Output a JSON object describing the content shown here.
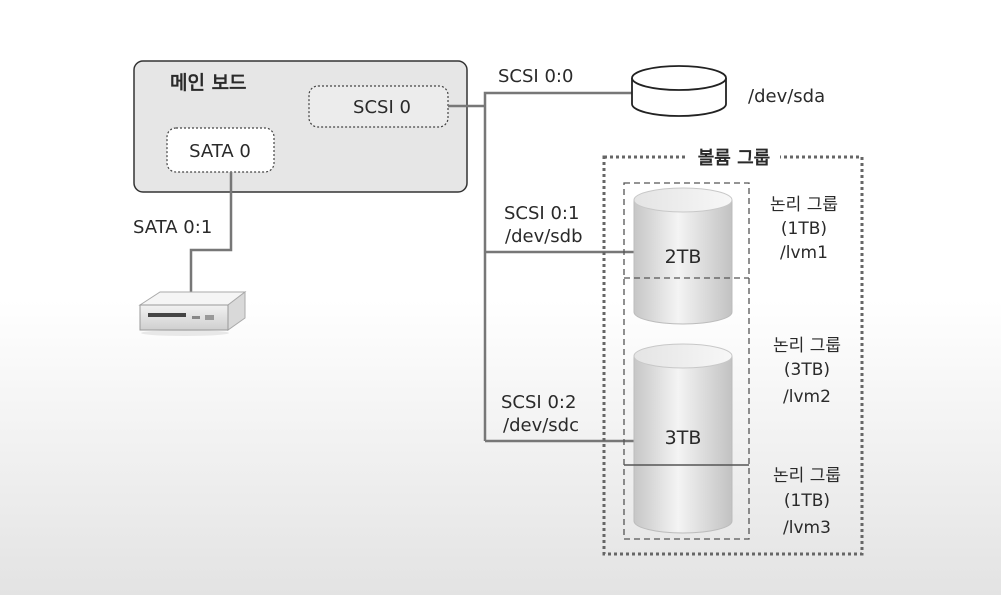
{
  "mainboard": {
    "title": "메인 보드",
    "scsi_controller": "SCSI 0",
    "sata_controller": "SATA 0"
  },
  "sata_link": {
    "label": "SATA 0:1"
  },
  "scsi_links": {
    "sda": {
      "bus": "SCSI 0:0",
      "device": "/dev/sda"
    },
    "sdb": {
      "bus": "SCSI 0:1",
      "device": "/dev/sdb"
    },
    "sdc": {
      "bus": "SCSI 0:2",
      "device": "/dev/sdc"
    }
  },
  "volume_group": {
    "title": "볼륨 그룹"
  },
  "disks": {
    "sdb_capacity": "2TB",
    "sdc_capacity": "3TB"
  },
  "logical_volumes": [
    {
      "title": "논리 그룹",
      "size": "(1TB)",
      "path": "/lvm1"
    },
    {
      "title": "논리 그룹",
      "size": "(3TB)",
      "path": "/lvm2"
    },
    {
      "title": "논리 그룹",
      "size": "(1TB)",
      "path": "/lvm3"
    }
  ]
}
